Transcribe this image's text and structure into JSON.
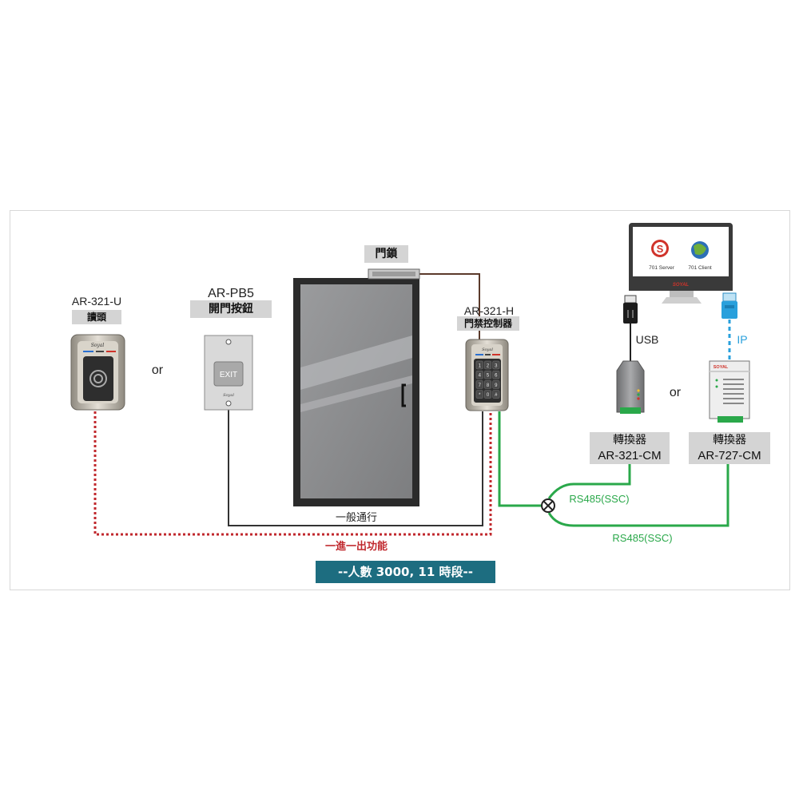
{
  "devices": {
    "reader": {
      "model": "AR-321-U",
      "name": "讀頭",
      "brand": "Soyal"
    },
    "exit_button": {
      "model": "AR-PB5",
      "name": "開門按鈕",
      "face": "EXIT",
      "brand": "Soyal"
    },
    "lock": {
      "name": "門鎖"
    },
    "controller": {
      "model": "AR-321-H",
      "name": "門禁控制器",
      "brand": "Soyal",
      "keys": [
        "1",
        "2",
        "3",
        "4",
        "5",
        "6",
        "7",
        "8",
        "9",
        "*",
        "0",
        "#"
      ]
    },
    "monitor": {
      "server_label": "701 Server",
      "client_label": "701 Client",
      "brand": "SOYAL",
      "server_glyph": "S"
    },
    "converter_usb": {
      "name": "轉換器",
      "model": "AR-321-CM"
    },
    "converter_ip": {
      "name": "轉換器",
      "model": "AR-727-CM",
      "brand": "SOYAL"
    }
  },
  "connections": {
    "usb": "USB",
    "ip": "IP",
    "rs485_top": "RS485(SSC)",
    "rs485_bottom": "RS485(SSC)",
    "general_pass": "一般通行",
    "anti_passback": "一進一出功能"
  },
  "or_labels": {
    "left": "or",
    "right": "or"
  },
  "capacity_banner": "--人數 3000, 11 時段--",
  "colors": {
    "rs485_wire": "#2aa84a",
    "ip_wire": "#29a0dc",
    "anti_passback_wire": "#c0282d",
    "banner_bg": "#1d6d80",
    "tag_bg": "#d4d4d4"
  }
}
